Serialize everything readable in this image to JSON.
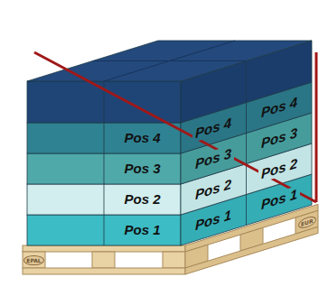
{
  "diagram": {
    "nodes": [
      {
        "text": [
          "Pos 4"
        ]
      },
      {
        "text": [
          "Pos 4"
        ]
      },
      {
        "text": [
          "Pos 4"
        ]
      },
      {
        "text": [
          "Pos 3"
        ]
      },
      {
        "text": [
          "Pos 3"
        ]
      },
      {
        "text": [
          "Pos 3"
        ]
      },
      {
        "text": [
          "Pos 2"
        ]
      },
      {
        "text": [
          "Pos 2"
        ]
      },
      {
        "text": [
          "Pos 2"
        ]
      },
      {
        "text": [
          "Pos 1"
        ]
      },
      {
        "text": [
          "Pos 1"
        ]
      },
      {
        "text": [
          "Pos 1"
        ]
      }
    ],
    "labels": [
      "EPAL",
      "EUR"
    ]
  }
}
